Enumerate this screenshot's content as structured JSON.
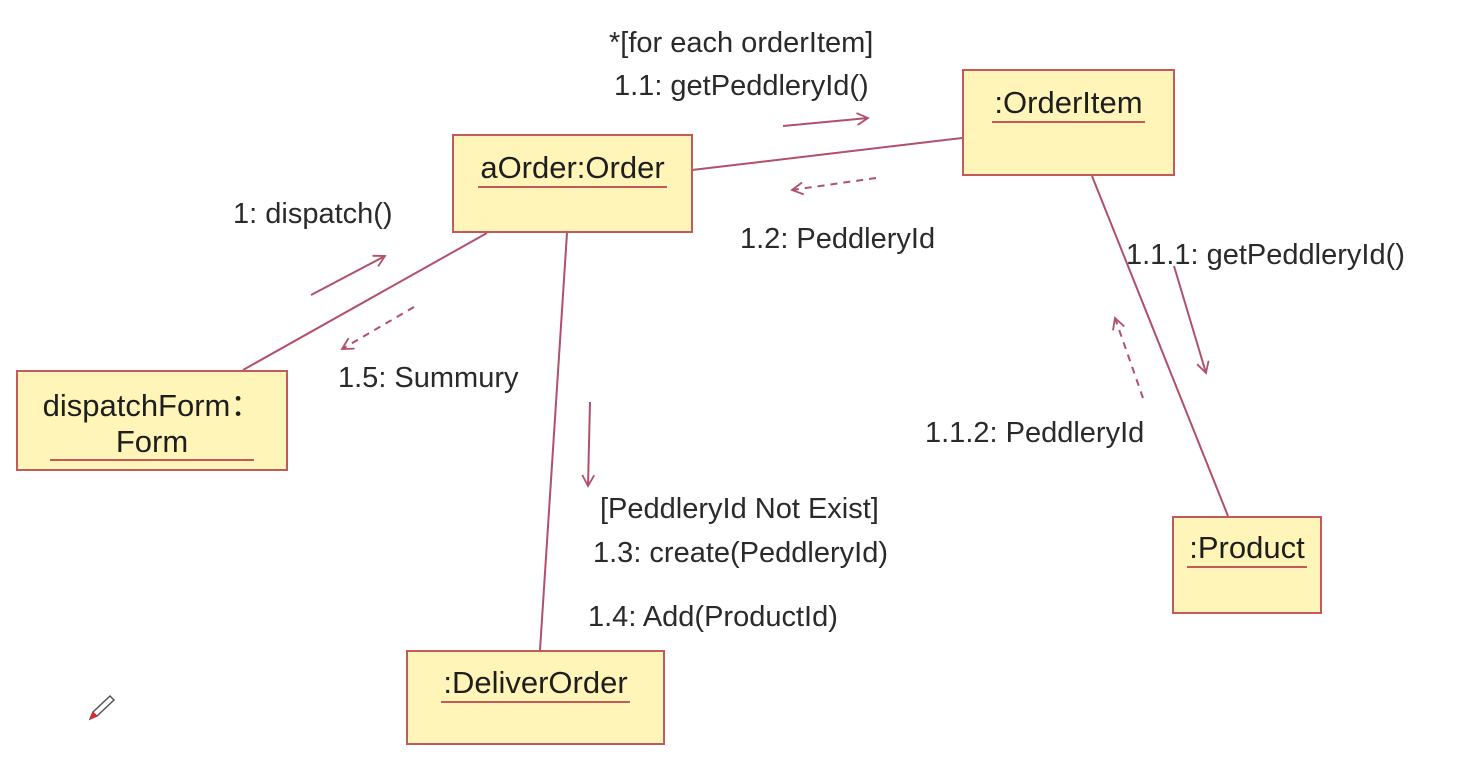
{
  "diagram": {
    "line_color": "#b2506a",
    "box_fill": "#fff5b8",
    "box_border": "#c25a5a",
    "objects": {
      "order": {
        "name": "aOrder:Order"
      },
      "order_item": {
        "name": ":OrderItem"
      },
      "dispatch_form": {
        "name_line1": "dispatchForm：",
        "name_line2": "Form"
      },
      "deliver_order": {
        "name": ":DeliverOrder"
      },
      "product": {
        "name": ":Product"
      }
    },
    "messages": {
      "m_for_each": "*[for each orderItem]",
      "m_1_1": "1.1: getPeddleryId()",
      "m_1_2": "1.2: PeddleryId",
      "m_1": "1: dispatch()",
      "m_1_5": "1.5: Summury",
      "m_1_1_1": "1.1.1: getPeddleryId()",
      "m_1_1_2": "1.1.2: PeddleryId",
      "m_guard": "[PeddleryId Not Exist]",
      "m_1_3": "1.3: create(PeddleryId)",
      "m_1_4": "1.4: Add(ProductId)"
    }
  }
}
